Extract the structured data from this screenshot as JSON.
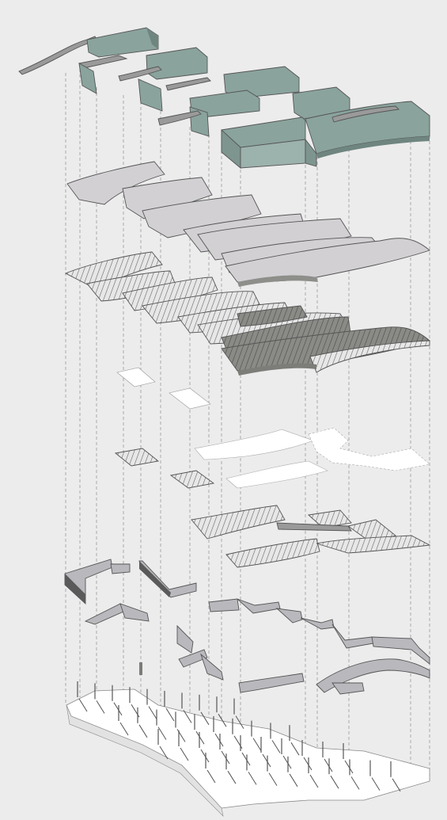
{
  "diagram": {
    "kind": "exploded-axonometric",
    "layers": [
      {
        "id": "roof-glazing",
        "label": "",
        "color": "#8aa39d"
      },
      {
        "id": "roof-slabs",
        "label": "",
        "color": "#d3d0d4"
      },
      {
        "id": "roof-framing",
        "label": "",
        "color": "#8e8e8a"
      },
      {
        "id": "upper-floor-plates",
        "label": "",
        "color": "#ffffff"
      },
      {
        "id": "upper-floor-framing",
        "label": "",
        "color": "#9a9a9a"
      },
      {
        "id": "ground-floor-plates",
        "label": "",
        "color": "#ffffff"
      },
      {
        "id": "ground-floor-framing",
        "label": "",
        "color": "#9a9a9a"
      },
      {
        "id": "walls",
        "label": "",
        "color": "#b9b8bd"
      },
      {
        "id": "foundation-columns",
        "label": "",
        "color": "#ffffff"
      }
    ],
    "colors": {
      "background": "#ececec",
      "guide": "#9a9a9a",
      "edge": "#555555",
      "glazing": "#8aa39d",
      "slab": "#d3d0d4",
      "dark-framing": "#7c7d79",
      "wall": "#b9b8bd"
    }
  }
}
